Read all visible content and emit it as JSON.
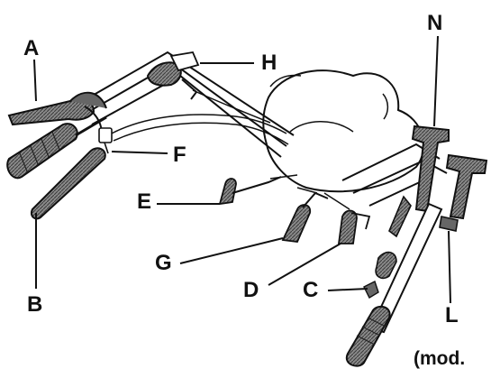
{
  "labels": {
    "A": "A",
    "B": "B",
    "C": "C",
    "D": "D",
    "E": "E",
    "F": "F",
    "G": "G",
    "H": "H",
    "L": "L",
    "N": "N"
  },
  "note": "(mod.",
  "colors": {
    "ink": "#111111",
    "shade": "#6e6e6e",
    "body_fill": "#ffffff"
  }
}
